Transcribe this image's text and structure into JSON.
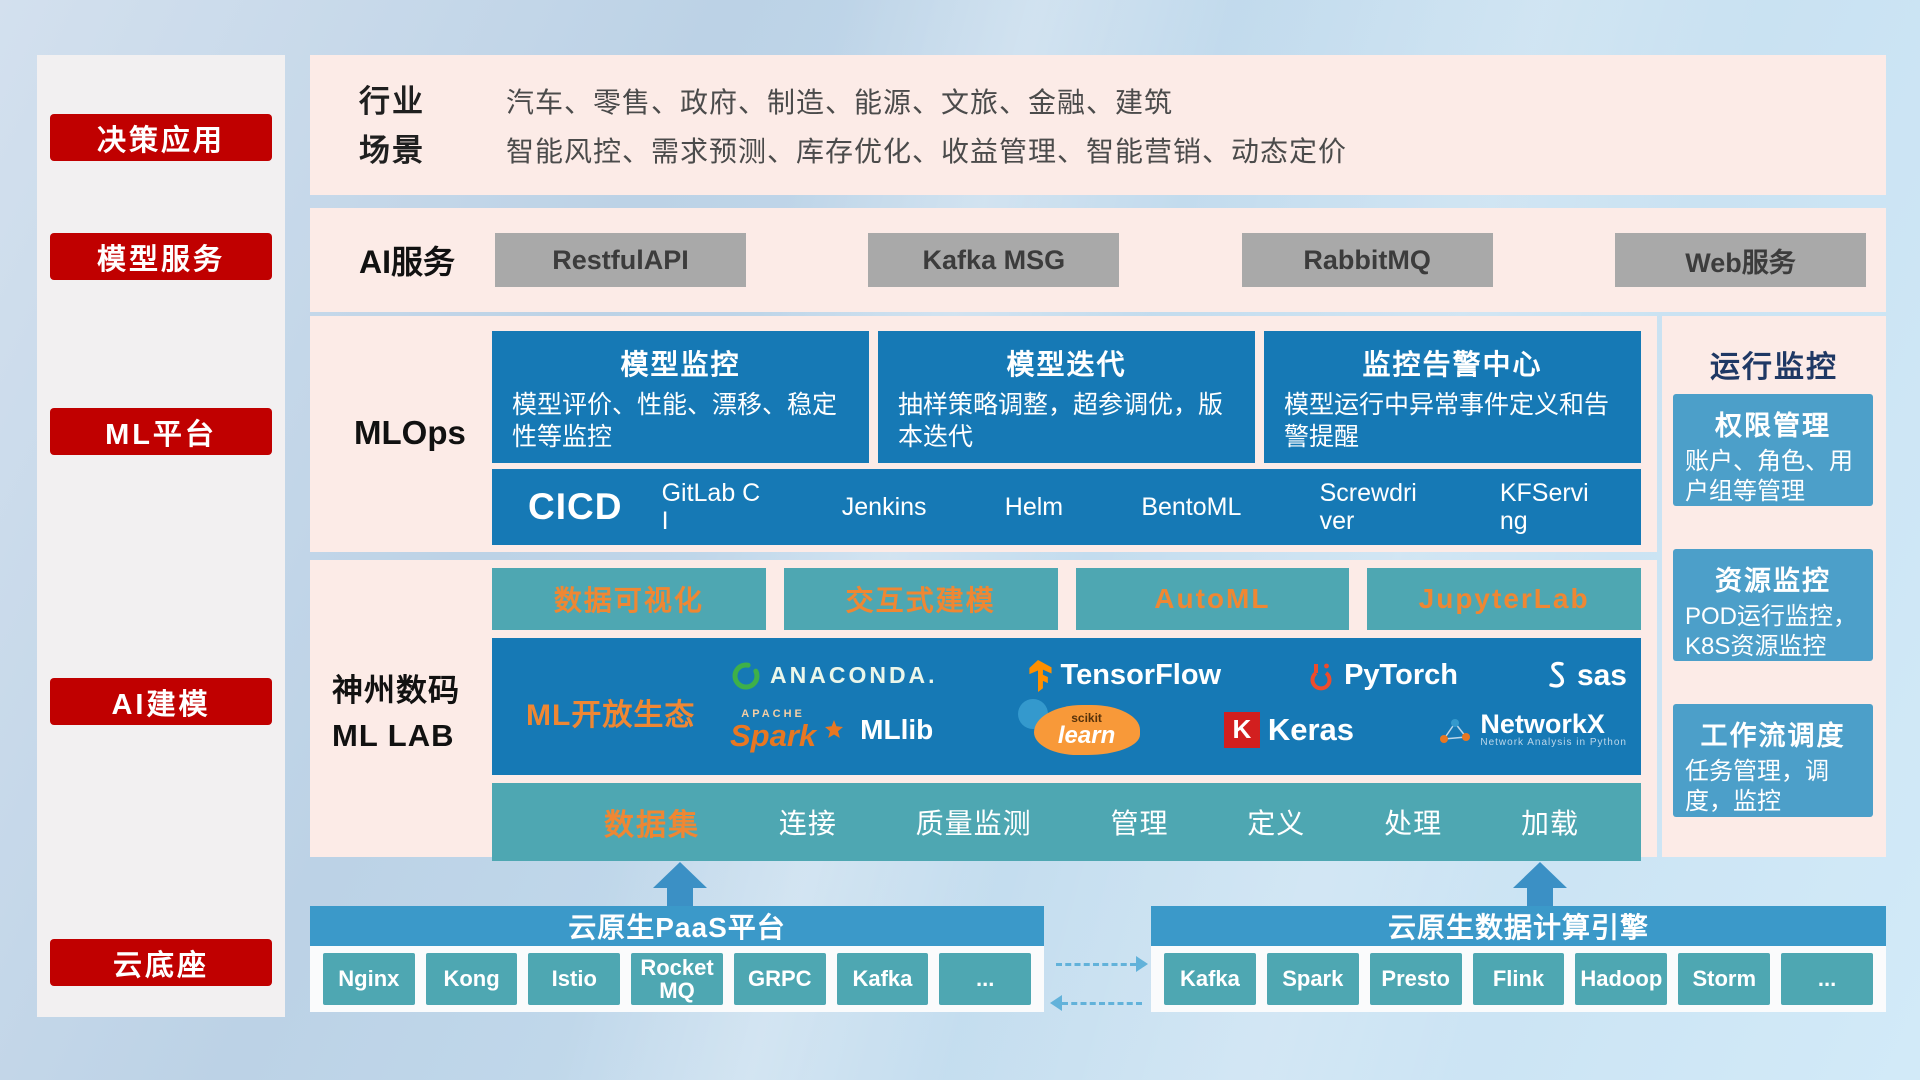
{
  "colors": {
    "badge_red": "#c00000",
    "panel_pink": "#fcebe7",
    "card_blue": "#1679b5",
    "chip_teal": "#4ea7b2",
    "accent_orange": "#ef8733",
    "button_gray": "#a9a9a9",
    "monitor_card_blue": "#4c9fc9",
    "bottom_header_blue": "#3b99c9",
    "arrow_blue": "#3b90c5"
  },
  "sidebar": {
    "items": [
      {
        "label": "决策应用"
      },
      {
        "label": "模型服务"
      },
      {
        "label": "ML平台"
      },
      {
        "label": "AI建模"
      },
      {
        "label": "云底座"
      }
    ]
  },
  "industry": {
    "rows": [
      {
        "label": "行业",
        "text": "汽车、零售、政府、制造、能源、文旅、金融、建筑"
      },
      {
        "label": "场景",
        "text": "智能风控、需求预测、库存优化、收益管理、智能营销、动态定价"
      }
    ]
  },
  "ai_service": {
    "label": "AI服务",
    "buttons": [
      "RestfulAPI",
      "Kafka MSG",
      "RabbitMQ",
      "Web服务"
    ]
  },
  "mlops": {
    "label": "MLOps",
    "cards": [
      {
        "title": "模型监控",
        "desc": "模型评价、性能、漂移、稳定性等监控"
      },
      {
        "title": "模型迭代",
        "desc": "抽样策略调整，超参调优，版本迭代"
      },
      {
        "title": "监控告警中心",
        "desc": "模型运行中异常事件定义和告警提醒"
      }
    ],
    "cicd_title": "CICD",
    "tools": [
      "GitLab CI",
      "Jenkins",
      "Helm",
      "BentoML",
      "Screwdriver",
      "KFServing"
    ]
  },
  "lab": {
    "name_line1": "神州数码",
    "name_line2": "ML LAB",
    "top_buttons": [
      "数据可视化",
      "交互式建模",
      "AutoML",
      "JupyterLab"
    ],
    "eco_label": "ML开放生态",
    "logos": {
      "anaconda": "ANACONDA.",
      "tensorflow": "TensorFlow",
      "pytorch": "PyTorch",
      "sas": "sas",
      "spark_apache": "APACHE",
      "spark": "Spark",
      "mllib": "MLlib",
      "scikit": "scikit",
      "learn": "learn",
      "keras_k": "K",
      "keras": "Keras",
      "networkx": "NetworkX",
      "networkx_sub": "Network Analysis in Python"
    },
    "data_bar": {
      "lead": "数据集",
      "items": [
        "连接",
        "质量监测",
        "管理",
        "定义",
        "处理",
        "加载"
      ]
    }
  },
  "monitor": {
    "title": "运行监控",
    "cards": [
      {
        "title": "权限管理",
        "desc": "账户、角色、用户组等管理"
      },
      {
        "title": "资源监控",
        "desc": "POD运行监控，K8S资源监控"
      },
      {
        "title": "工作流调度",
        "desc": "任务管理，调度，监控"
      }
    ]
  },
  "bottom": {
    "groups": [
      {
        "title": "云原生PaaS平台",
        "items": [
          "Nginx",
          "Kong",
          "Istio",
          "RocketMQ",
          "GRPC",
          "Kafka",
          "..."
        ]
      },
      {
        "title": "云原生数据计算引擎",
        "items": [
          "Kafka",
          "Spark",
          "Presto",
          "Flink",
          "Hadoop",
          "Storm",
          "..."
        ]
      }
    ]
  }
}
